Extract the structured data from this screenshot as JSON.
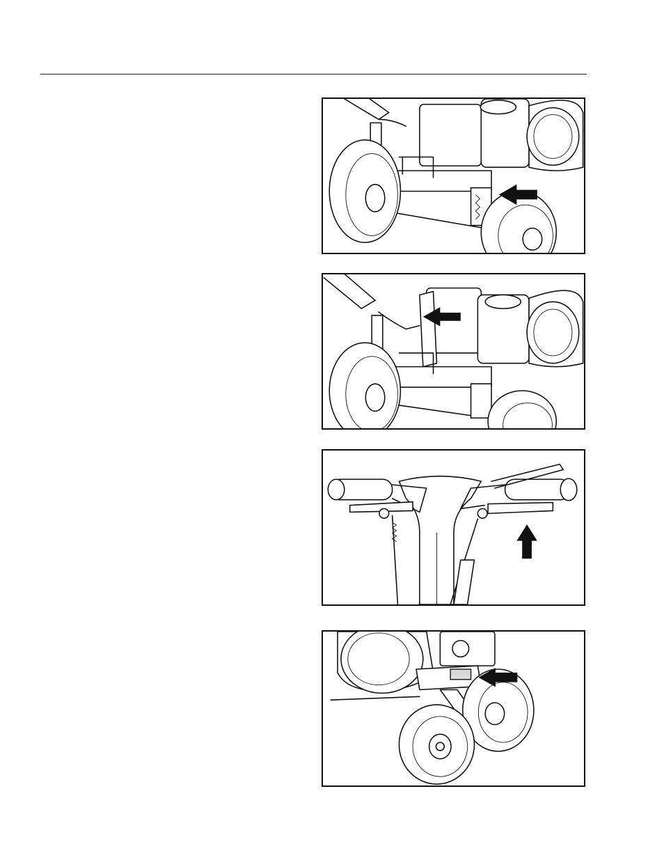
{
  "page": {
    "figures": [
      {
        "icon": "mower-front-axle-illustration",
        "arrow_direction": "left"
      },
      {
        "icon": "mower-engine-linkage-illustration",
        "arrow_direction": "left"
      },
      {
        "icon": "handlebar-levers-illustration",
        "arrow_direction": "up"
      },
      {
        "icon": "rear-wheel-bracket-illustration",
        "arrow_direction": "left"
      }
    ]
  }
}
